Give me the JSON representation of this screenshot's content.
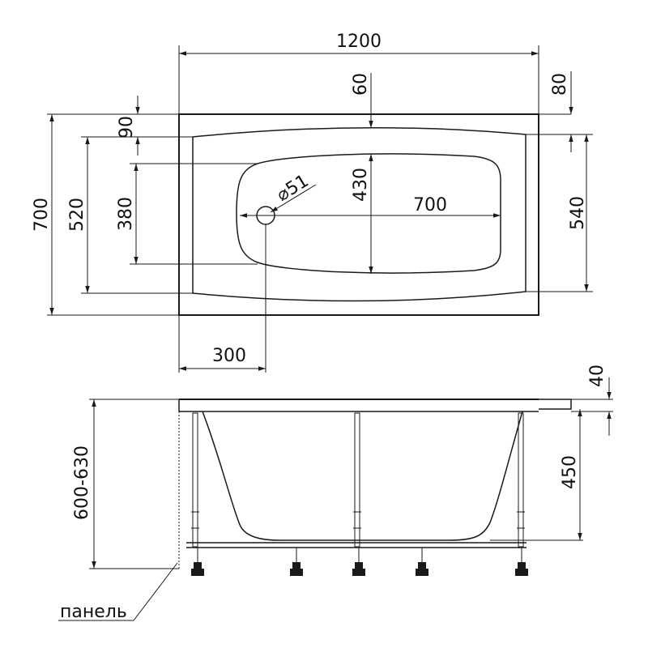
{
  "top_view": {
    "width": "1200",
    "depth": "700",
    "inner_width": "520",
    "basin_width": "380",
    "rim_top": "90",
    "rim_head": "60",
    "rim_side": "80",
    "basin_depth": "430",
    "basin_length": "700",
    "side_inner": "540",
    "drain_diameter": "⌀51",
    "drain_offset": "300"
  },
  "side_view": {
    "height_range": "600-630",
    "rim_thickness": "40",
    "tub_depth": "450",
    "panel_label": "панель"
  }
}
